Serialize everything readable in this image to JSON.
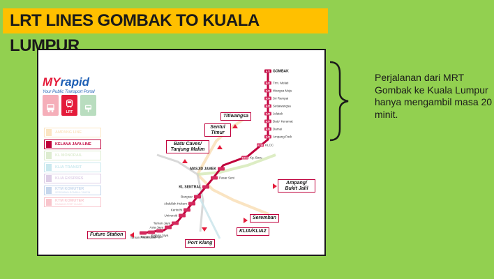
{
  "title": "LRT LINES GOMBAK TO KUALA LUMPUR",
  "description": "Perjalanan dari MRT Gombak ke Kuala Lumpur hanya mengambil masa 20 minit.",
  "brand": {
    "logo_prefix": "MY",
    "logo_rest": "rapid",
    "tagline": "Your Public Transport Portal"
  },
  "modes": [
    {
      "label": "",
      "icon": "bus-icon",
      "color": "#e41b3a",
      "active": false
    },
    {
      "label": "LRT",
      "icon": "train-icon",
      "color": "#e41b3a",
      "active": true
    },
    {
      "label": "",
      "icon": "monorail-icon",
      "color": "#3aa04a",
      "active": false
    }
  ],
  "lines": [
    {
      "label": "AMPANG LINE",
      "sub": "",
      "color": "#f39c12",
      "active": false
    },
    {
      "label": "KELANA JAYA LINE",
      "sub": "",
      "color": "#c0003c",
      "active": true
    },
    {
      "label": "KL MONORAIL",
      "sub": "",
      "color": "#7ab648",
      "active": false
    },
    {
      "label": "KLIA TRANSIT",
      "sub": "",
      "color": "#2ea6bd",
      "active": false
    },
    {
      "label": "KLIA EKSPRES",
      "sub": "",
      "color": "#7b3f9e",
      "active": false
    },
    {
      "label": "KTM KOMUTER",
      "sub": "SEREMBAN-ROMBAU-TAMPIN",
      "color": "#1d5fb5",
      "active": false
    },
    {
      "label": "KTM KOMUTER",
      "sub": "RAWANG-PORT KLANG",
      "color": "#e41b3a",
      "active": false
    }
  ],
  "stations": [
    {
      "name": "GOMBAK",
      "code": "KJ1"
    },
    {
      "name": "Trm. Melati",
      "code": "KJ2"
    },
    {
      "name": "Wangsa Maju",
      "code": "KJ3"
    },
    {
      "name": "Sri Rampai",
      "code": "KJ4"
    },
    {
      "name": "Setiawangsa",
      "code": "KJ5"
    },
    {
      "name": "Jelatek",
      "code": "KJ6"
    },
    {
      "name": "Dato' Keramat",
      "code": "KJ7"
    },
    {
      "name": "Damai",
      "code": "KJ8"
    },
    {
      "name": "Ampang Park",
      "code": "KJ9"
    },
    {
      "name": "KLCC",
      "code": "KJ10"
    },
    {
      "name": "Kg. Baru",
      "code": "KJ11"
    },
    {
      "name": "MASJID JAMEK",
      "code": ""
    },
    {
      "name": "Pasar Seni",
      "code": ""
    },
    {
      "name": "KL SENTRAL",
      "code": ""
    },
    {
      "name": "Bangsar",
      "code": ""
    },
    {
      "name": "Abdullah Hukum",
      "code": ""
    },
    {
      "name": "Kerinchi",
      "code": ""
    },
    {
      "name": "Universiti",
      "code": ""
    },
    {
      "name": "Taman Jaya",
      "code": ""
    },
    {
      "name": "Asia Jaya",
      "code": ""
    },
    {
      "name": "Kelana Jaya",
      "code": ""
    },
    {
      "name": "Taman Bahagia",
      "code": ""
    },
    {
      "name": "Taman Paramount",
      "code": ""
    }
  ],
  "callouts": [
    {
      "label": "Titiwangsa"
    },
    {
      "label": "Sentul Timur"
    },
    {
      "label": "Batu Caves/ Tanjung Malim"
    },
    {
      "label": "Ampang/ Bukit Jalil"
    },
    {
      "label": "Seremban"
    },
    {
      "label": "KLIA/KLIA2"
    },
    {
      "label": "Port Klang"
    },
    {
      "label": "Future Station"
    }
  ],
  "colors": {
    "background": "#92d050",
    "title_bg": "#ffc000",
    "kelana_jaya": "#c0003c",
    "ampang_line": "#f39c12",
    "monorail": "#7ab648"
  }
}
